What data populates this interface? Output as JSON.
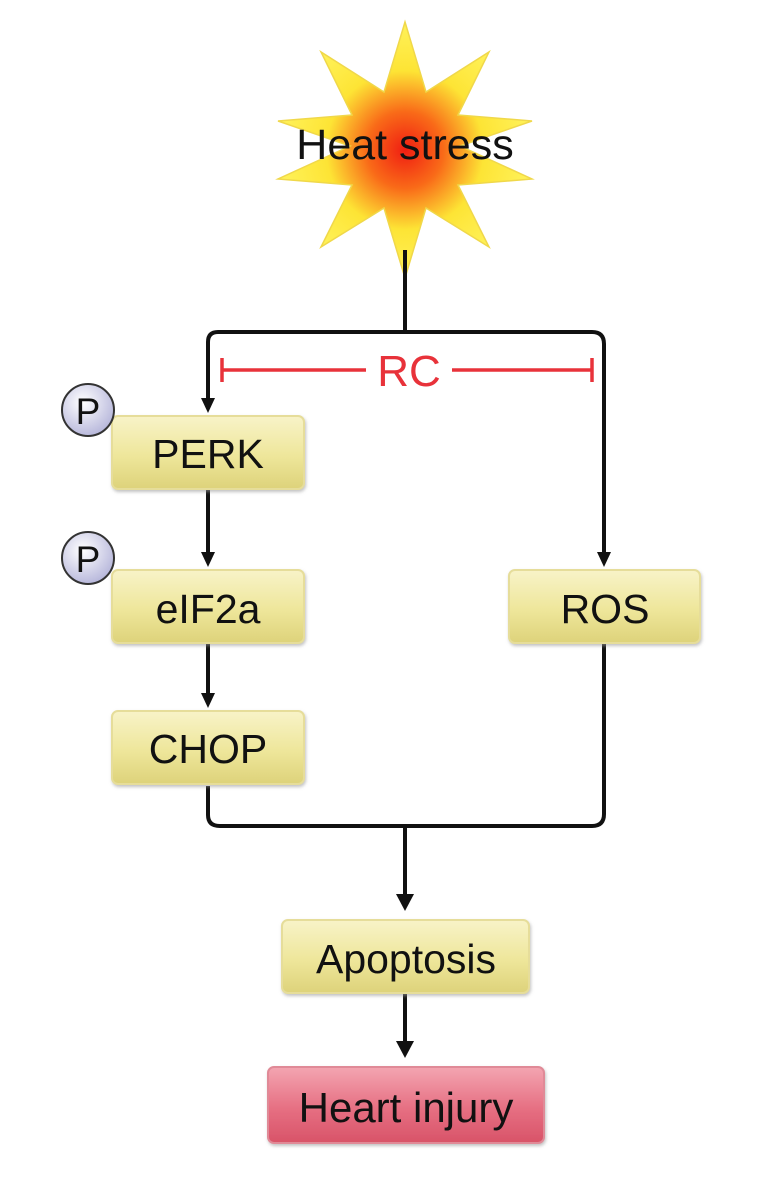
{
  "diagram": {
    "source": {
      "label": "Heat stress"
    },
    "inhibitor": {
      "label": "RC",
      "color": "#e8323a"
    },
    "phospho_marker": "P",
    "left_pathway": [
      {
        "id": "perk",
        "label": "PERK",
        "phosphorylated": true
      },
      {
        "id": "eif2a",
        "label": "eIF2a",
        "phosphorylated": true
      },
      {
        "id": "chop",
        "label": "CHOP",
        "phosphorylated": false
      }
    ],
    "right_pathway": [
      {
        "id": "ros",
        "label": "ROS"
      }
    ],
    "outcome": {
      "label": "Apoptosis"
    },
    "final": {
      "label": "Heart injury",
      "color": "#e56e80"
    },
    "colors": {
      "node_fill": "#f1eba3",
      "final_fill": "#e56e80",
      "burst_outer": "#f8e42c",
      "burst_center": "#f03a1a",
      "phospho_fill": "#d8d8ee",
      "line": "#111111"
    }
  }
}
